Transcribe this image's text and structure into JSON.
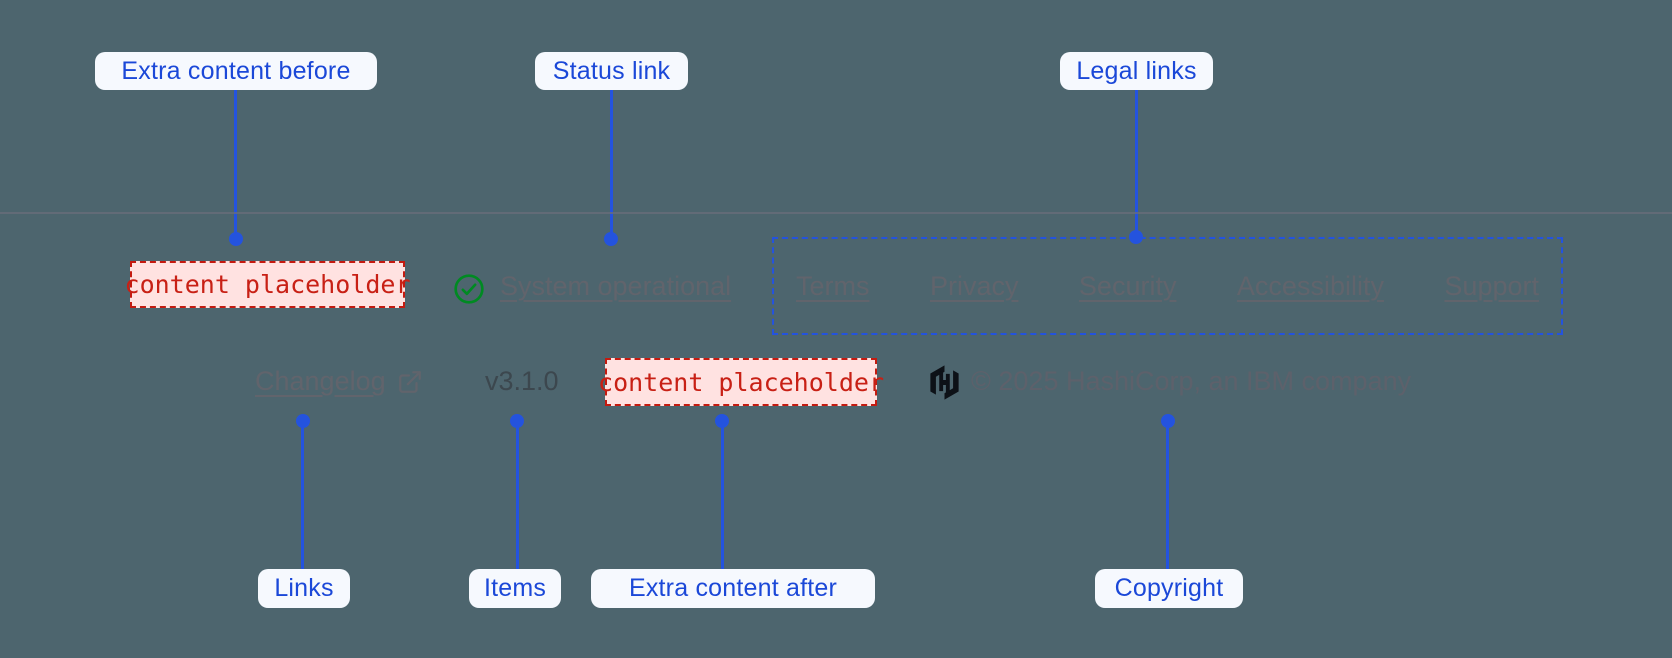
{
  "annotations": {
    "extra_content_before": "Extra content before",
    "status_link": "Status link",
    "legal_links": "Legal links",
    "links": "Links",
    "items": "Items",
    "extra_content_after": "Extra content after",
    "copyright": "Copyright"
  },
  "footer": {
    "extra_content_before_placeholder": "content placeholder",
    "status": {
      "label": "System operational",
      "icon": "check-circle-icon"
    },
    "legal_links": [
      "Terms",
      "Privacy",
      "Security",
      "Accessibility",
      "Support"
    ],
    "links": [
      {
        "label": "Changelog",
        "icon": "external-link-icon"
      }
    ],
    "version": "v3.1.0",
    "extra_content_after_placeholder": "content placeholder",
    "logo": "hashicorp-logo",
    "copyright": "© 2025 HashiCorp, an IBM company"
  },
  "colors": {
    "background": "#4d656e",
    "divider": "#6a6e7b",
    "annotation_blue": "#2453de",
    "pill_background": "#f6f9fe",
    "pill_text": "#1b48d8",
    "link_gray": "#61646c",
    "version_gray": "#3c474e",
    "copyright_gray": "#5d616b",
    "placeholder_background": "#ffe2e1",
    "placeholder_border": "#c41a10",
    "placeholder_text": "#c82015",
    "status_green": "#008a22",
    "logo_black": "#0d1117"
  }
}
